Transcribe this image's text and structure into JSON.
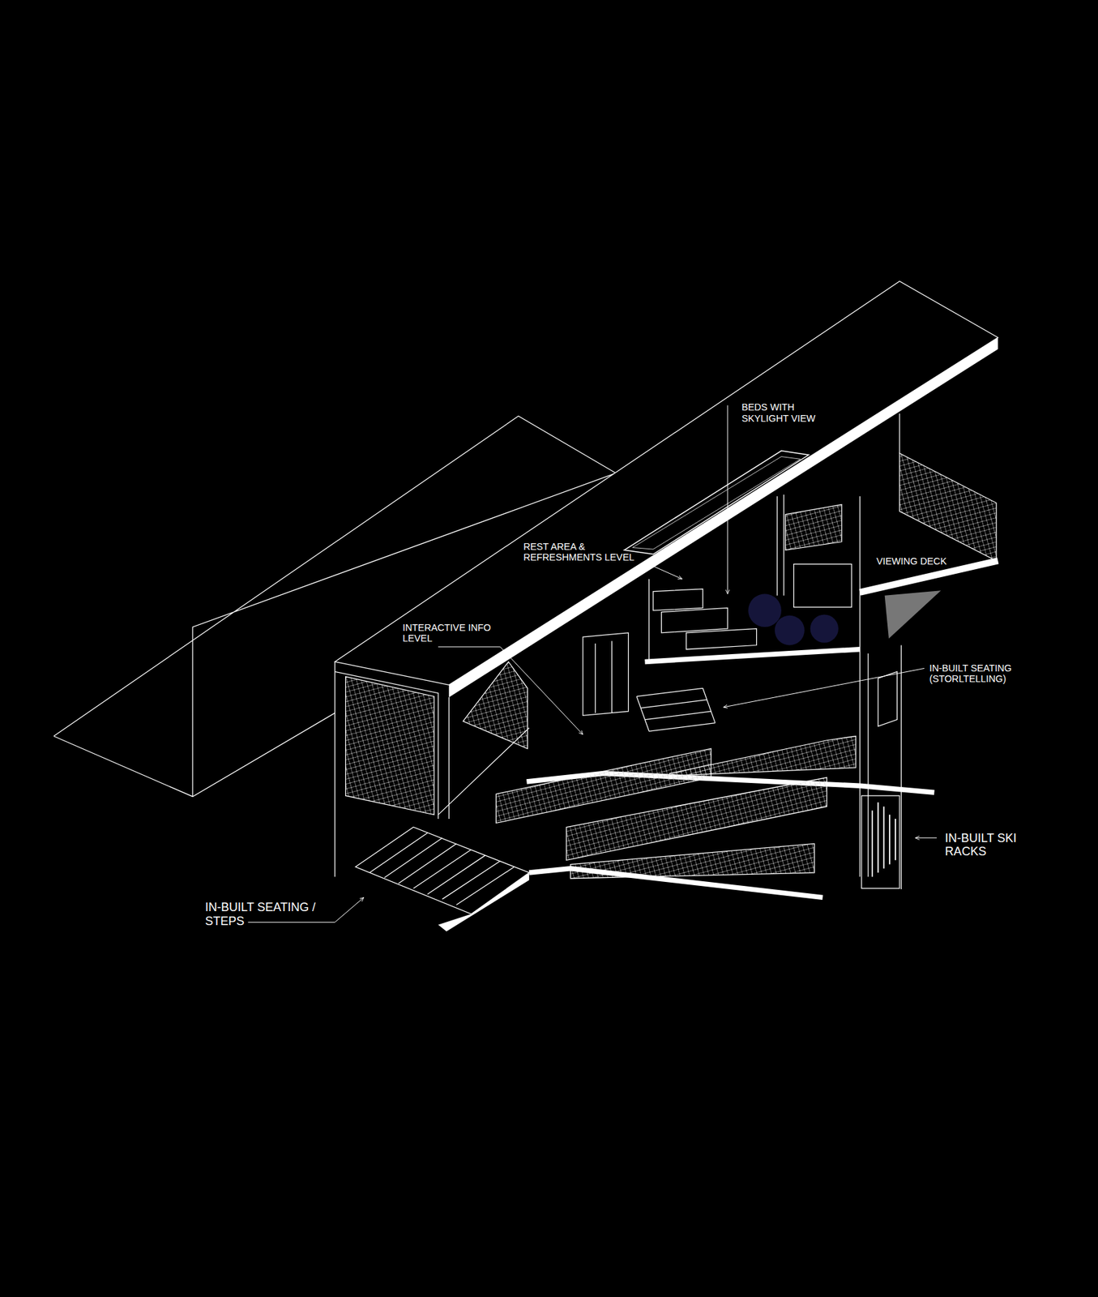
{
  "diagram": {
    "labels": [
      "BEDS WITH SKYLIGHT VIEW",
      "REST AREA & REFRESHMENTS LEVEL",
      "VIEWING DECK",
      "INTERACTIVE INFO LEVEL",
      "IN-BUILT SEATING (STORLTELLING)",
      "IN-BUILT SKI RACKS",
      "IN-BUILT SEATING / STEPS"
    ]
  }
}
